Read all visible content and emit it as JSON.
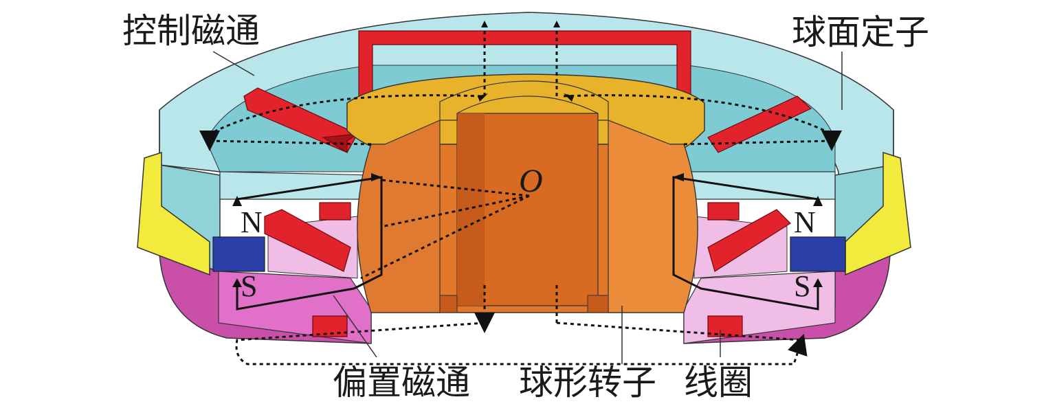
{
  "labels": {
    "control_flux": "控制磁通",
    "spherical_stator": "球面定子",
    "bias_flux": "偏置磁通",
    "spherical_rotor": "球形转子",
    "coil": "线圈"
  },
  "poles": {
    "north_left": "N",
    "south_left": "S",
    "north_right": "N",
    "south_right": "S"
  },
  "origin_label": "O",
  "colors": {
    "stator_face": "#b9e6ea",
    "stator_side": "#8fd2d8",
    "stator_inner": "#7ecbd3",
    "rotor_main": "#e2782a",
    "rotor_dark": "#c65b1c",
    "rotor_top": "#e8b32a",
    "coil_red": "#e3232b",
    "coil_red_dark": "#a51218",
    "magnet_blue": "#2a3fa8",
    "yellow_ring": "#f2ea3c",
    "pink_lower": "#e070c8",
    "pink_light": "#f0bde6",
    "magenta_side": "#c94fa8"
  }
}
